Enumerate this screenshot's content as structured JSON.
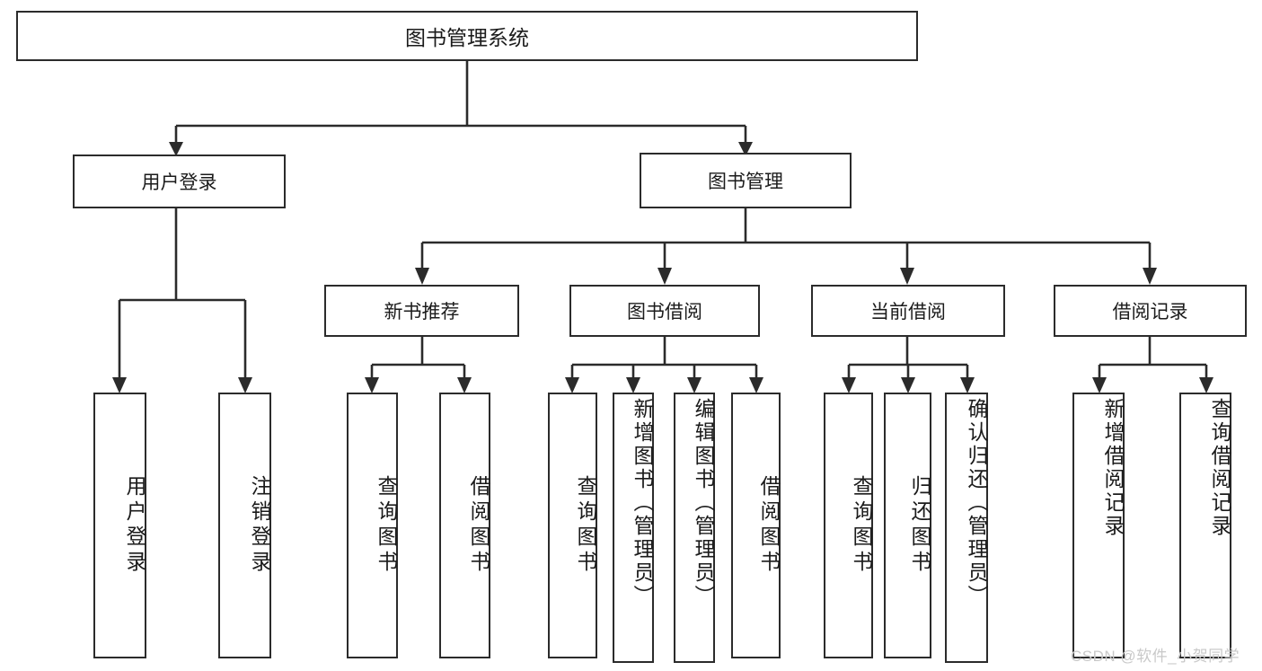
{
  "diagram": {
    "title": "图书管理系统",
    "type": "hierarchy-tree",
    "watermark": "CSDN @软件_小贺同学",
    "root": {
      "label": "图书管理系统"
    },
    "level1": [
      {
        "label": "用户登录"
      },
      {
        "label": "图书管理"
      }
    ],
    "level2": [
      {
        "label": "新书推荐"
      },
      {
        "label": "图书借阅"
      },
      {
        "label": "当前借阅"
      },
      {
        "label": "借阅记录"
      }
    ],
    "leaves": {
      "user_login": [
        {
          "label": "用户登录"
        },
        {
          "label": "注销登录"
        }
      ],
      "new_book_recommend": [
        {
          "label": "查询图书"
        },
        {
          "label": "借阅图书"
        }
      ],
      "book_borrow": [
        {
          "label": "查询图书"
        },
        {
          "label": "新增图书（管理员）"
        },
        {
          "label": "编辑图书（管理员）"
        },
        {
          "label": "借阅图书"
        }
      ],
      "current_borrow": [
        {
          "label": "查询图书"
        },
        {
          "label": "归还图书"
        },
        {
          "label": "确认归还（管理员）"
        }
      ],
      "borrow_record": [
        {
          "label": "新增借阅记录"
        },
        {
          "label": "查询借阅记录"
        }
      ]
    },
    "colors": {
      "stroke": "#2b2b2b",
      "background": "#ffffff",
      "text": "#1b1b1b",
      "watermark": "#c9c9c9"
    }
  }
}
